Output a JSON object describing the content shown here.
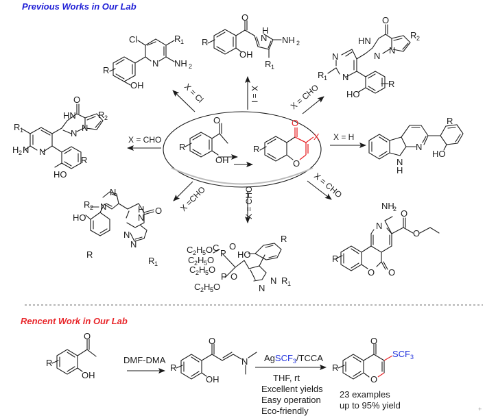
{
  "headings": {
    "previous": "Previous Works in Our Lab",
    "recent": "Rencent Work in Our Lab"
  },
  "colors": {
    "previous_heading": "#1f1fd6",
    "recent_heading": "#e8262a",
    "highlight_red": "#e8262a",
    "highlight_blue": "#2233dd"
  },
  "center": {
    "start_material": {
      "R": "R",
      "OH": "OH"
    },
    "chromone": {
      "R": "R",
      "O_carbonyl": "O",
      "X": "X",
      "O_ring": "O"
    }
  },
  "routes": [
    {
      "id": "top-left",
      "condition": "X = Cl",
      "product": "3-chloro-2-aminopyridine"
    },
    {
      "id": "top",
      "condition": "X = I",
      "product": "2-aminopyrrole ketone"
    },
    {
      "id": "top-right",
      "condition": "X = CHO",
      "product": "pyrimidine pyrrolotriazinone"
    },
    {
      "id": "right",
      "condition": "X = H",
      "product": "alpha-carboline"
    },
    {
      "id": "bottom-right",
      "condition": "X = CHO",
      "product": "chromenopyridine ester"
    },
    {
      "id": "bottom",
      "condition": "X = CHO",
      "product": "pyrazole bisphosphonate"
    },
    {
      "id": "bottom-left",
      "condition": "X =CHO",
      "product": "pyrazole pyrrolotriazinone"
    },
    {
      "id": "left",
      "condition": "X = CHO",
      "product": "aminopyridine pyrrolotriazinone"
    }
  ],
  "atoms": {
    "R": "R",
    "R1": "R",
    "R1_sub": "1",
    "R2": "R",
    "R2_sub": "2",
    "OH": "OH",
    "HO": "HO",
    "O": "O",
    "N": "N",
    "H": "H",
    "HN": "HN",
    "NH2": "NH",
    "NH2_sub": "2",
    "H2N": "H",
    "H2N_rest": "N",
    "Cl": "Cl",
    "C2H5O_a": "C",
    "C2H5O_2": "2",
    "C2H5O_H": "H",
    "C2H5O_5": "5",
    "C2H5O_O": "O",
    "P": "P",
    "N_R1": "N",
    "N_R2": "N"
  },
  "recent": {
    "reagent1": "DMF-DMA",
    "reagent2_prefix": "Ag",
    "reagent2_highlight": "SCF",
    "reagent2_sub": "3",
    "reagent2_suffix": "/TCCA",
    "conditions": [
      "THF, rt",
      "Excellent yields",
      "Easy operation",
      "Eco-friendly"
    ],
    "product_group": "SCF",
    "product_group_sub": "3",
    "results": [
      "23 examples",
      "up to 95% yield"
    ]
  },
  "corner_mark": "+"
}
